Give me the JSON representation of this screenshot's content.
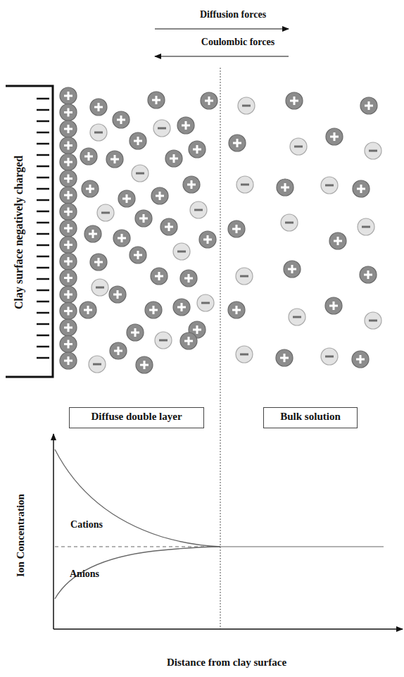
{
  "diagram": {
    "nodes": [
      {
        "text": [
          "Diffuse double layer"
        ]
      },
      {
        "text": [
          "Bulk solution"
        ]
      }
    ],
    "labels": [
      "Diffusion forces",
      "Coulombic forces",
      "Clay surface negatively charged",
      "Cations",
      "Anions",
      "Ion Concentration",
      "Distance from clay surface"
    ]
  }
}
